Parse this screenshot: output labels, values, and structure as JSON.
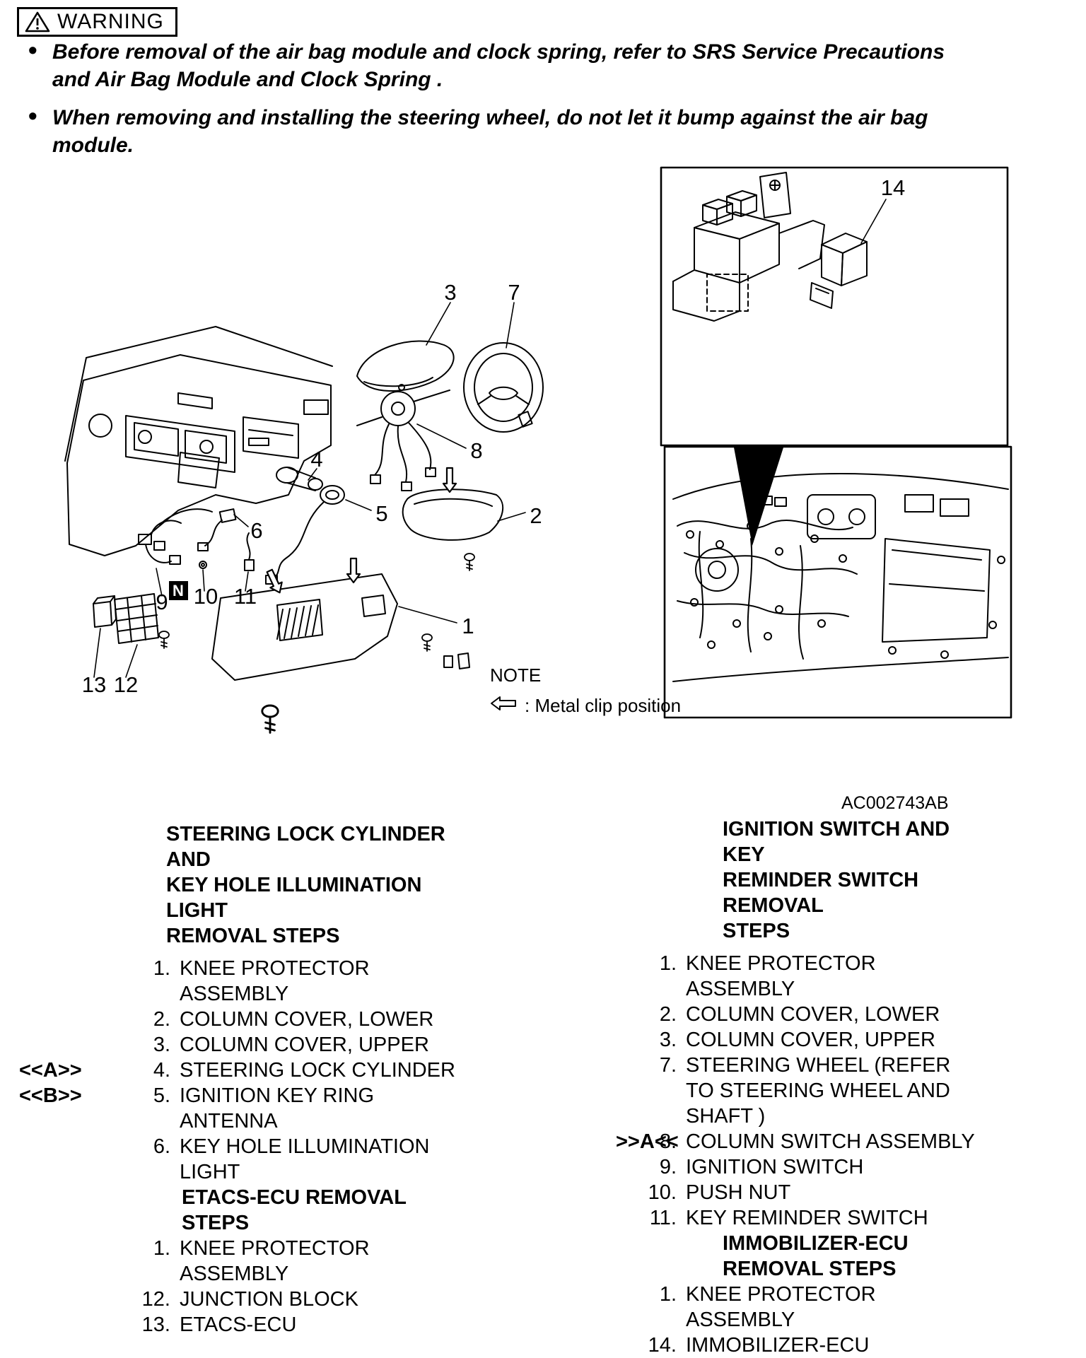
{
  "colors": {
    "ink": "#000000",
    "paper": "#ffffff"
  },
  "icons": {
    "warning_icon": "warning-triangle",
    "metal_clip_icon": "hollow-left-arrow"
  },
  "warning": {
    "label": "WARNING",
    "bullets": [
      "Before removal of the air bag module and clock spring, refer to SRS Service Precautions and Air Bag Module and Clock Spring .",
      "When removing and installing the steering wheel, do not let it bump against the air bag module."
    ]
  },
  "diagram": {
    "callouts": [
      "1",
      "2",
      "3",
      "4",
      "5",
      "6",
      "7",
      "8",
      "9",
      "10",
      "11",
      "12",
      "13",
      "14"
    ],
    "clip_label": "N"
  },
  "note": {
    "label": "NOTE",
    "text": ": Metal clip position"
  },
  "figure_code": "AC002743AB",
  "markers": {
    "left_a": "<<A>>",
    "left_b": "<<B>>",
    "right_a": ">>A<<"
  },
  "left_list": {
    "title_lines": [
      "STEERING LOCK CYLINDER AND",
      "KEY HOLE ILLUMINATION LIGHT",
      "REMOVAL STEPS"
    ],
    "items": [
      {
        "num": "1.",
        "text": "KNEE PROTECTOR ASSEMBLY"
      },
      {
        "num": "2.",
        "text": "COLUMN COVER, LOWER"
      },
      {
        "num": "3.",
        "text": "COLUMN COVER, UPPER"
      },
      {
        "num": "4.",
        "text": "STEERING LOCK CYLINDER",
        "marker": "<<A>>"
      },
      {
        "num": "5.",
        "text": "IGNITION KEY RING ANTENNA",
        "marker": "<<B>>"
      },
      {
        "num": "6.",
        "text": "KEY HOLE ILLUMINATION LIGHT"
      }
    ],
    "subtitle": "ETACS-ECU REMOVAL STEPS",
    "sub_items": [
      {
        "num": "1.",
        "text": "KNEE PROTECTOR ASSEMBLY"
      },
      {
        "num": "12.",
        "text": "JUNCTION BLOCK"
      },
      {
        "num": "13.",
        "text": "ETACS-ECU"
      }
    ]
  },
  "right_list": {
    "title_lines": [
      "IGNITION SWITCH AND KEY",
      "REMINDER SWITCH REMOVAL",
      "STEPS"
    ],
    "items": [
      {
        "num": "1.",
        "text": "KNEE PROTECTOR ASSEMBLY"
      },
      {
        "num": "2.",
        "text": "COLUMN COVER, LOWER"
      },
      {
        "num": "3.",
        "text": "COLUMN COVER, UPPER"
      },
      {
        "num": "7.",
        "text": "STEERING WHEEL (REFER TO STEERING WHEEL  AND SHAFT )"
      },
      {
        "num": "8.",
        "text": "COLUMN SWITCH ASSEMBLY",
        "marker": ">>A<<"
      },
      {
        "num": "9.",
        "text": "IGNITION SWITCH"
      },
      {
        "num": "10.",
        "text": "PUSH NUT"
      },
      {
        "num": "11.",
        "text": "KEY REMINDER SWITCH"
      }
    ],
    "subtitle": "IMMOBILIZER-ECU REMOVAL STEPS",
    "sub_items": [
      {
        "num": "1.",
        "text": "KNEE PROTECTOR ASSEMBLY"
      },
      {
        "num": "14.",
        "text": "IMMOBILIZER-ECU"
      }
    ]
  }
}
